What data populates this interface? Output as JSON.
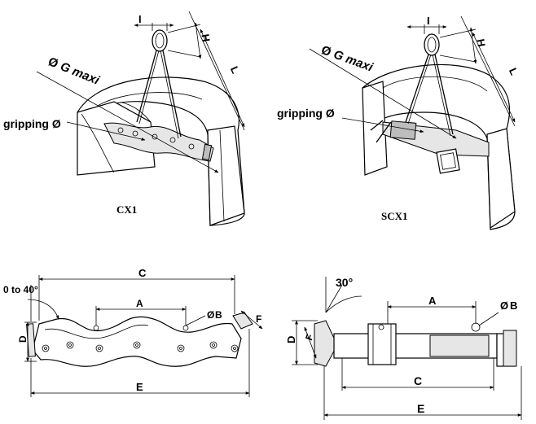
{
  "top_left": {
    "caption": "CX1",
    "dim_I": "I",
    "dim_H": "H",
    "dim_L": "L",
    "g_symbol": "Ø",
    "g_text": "G maxi",
    "gripping": "gripping Ø"
  },
  "top_right": {
    "caption": "SCX1",
    "dim_I": "I",
    "dim_H": "H",
    "dim_L": "L",
    "g_symbol": "Ø",
    "g_text": "G maxi",
    "gripping": "gripping Ø"
  },
  "bottom_left": {
    "angle": "0 to 40°",
    "dim_A": "A",
    "dim_B": "B",
    "dim_B_symbol": "Ø",
    "dim_C": "C",
    "dim_D": "D",
    "dim_E": "E",
    "dim_F": "F"
  },
  "bottom_right": {
    "angle": "30°",
    "dim_A": "A",
    "dim_B": "B",
    "dim_B_symbol": "Ø",
    "dim_C": "C",
    "dim_D": "D",
    "dim_E": "E",
    "dim_F": "F"
  }
}
